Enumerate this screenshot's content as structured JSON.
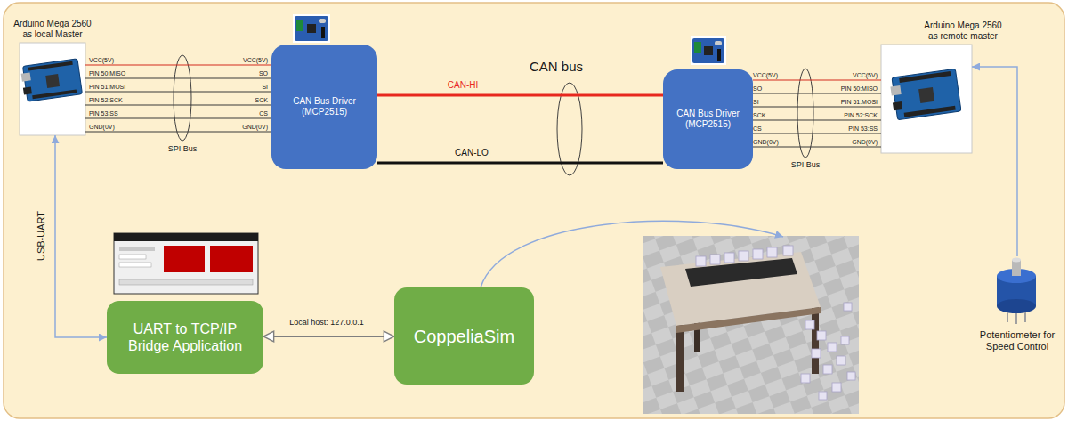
{
  "diagram": {
    "nodes": [
      {
        "text": [
          "Arduino Mega 2560 as local Master"
        ]
      },
      {
        "text": [
          "CAN Bus Driver (MCP2515)"
        ]
      },
      {
        "text": [
          "CAN Bus Driver (MCP2515)"
        ]
      },
      {
        "text": [
          "Arduino Mega 2560 as remote master"
        ]
      },
      {
        "text": [
          "UART to TCP/IP Bridge Application"
        ]
      },
      {
        "text": [
          "CoppeliaSim"
        ]
      },
      {
        "text": [
          "Potentiometer for Speed Control"
        ]
      }
    ],
    "edges": [
      {
        "from": 0,
        "to": 1,
        "arrow": "none"
      },
      {
        "from": 0,
        "to": 1,
        "arrow": "none"
      },
      {
        "from": 0,
        "to": 1,
        "arrow": "none"
      },
      {
        "from": 0,
        "to": 1,
        "arrow": "none"
      },
      {
        "from": 0,
        "to": 1,
        "arrow": "none"
      },
      {
        "from": 0,
        "to": 1,
        "arrow": "none"
      },
      {
        "from": 1,
        "to": 2,
        "label": "CAN-HI",
        "arrow": "none"
      },
      {
        "from": 1,
        "to": 2,
        "label": "CAN-LO",
        "arrow": "none"
      },
      {
        "from": 2,
        "to": 3,
        "arrow": "none"
      },
      {
        "from": 2,
        "to": 3,
        "arrow": "none"
      },
      {
        "from": 2,
        "to": 3,
        "arrow": "none"
      },
      {
        "from": 2,
        "to": 3,
        "arrow": "none"
      },
      {
        "from": 2,
        "to": 3,
        "arrow": "none"
      },
      {
        "from": 2,
        "to": 3,
        "arrow": "none"
      },
      {
        "from": 0,
        "to": 4,
        "label": "USB-UART",
        "arrow": "both"
      },
      {
        "from": 4,
        "to": 5,
        "label": "Local host: 127.0.0.1",
        "arrow": "both"
      },
      {
        "from": 6,
        "to": 3,
        "arrow": "to"
      }
    ],
    "labels": [
      "CAN bus",
      "SPI Bus",
      "SPI Bus",
      "VCC(5V)",
      "PIN 50:MISO",
      "PIN 51:MOSI",
      "PIN 52:SCK",
      "PIN 53:SS",
      "GND(0V)",
      "VCC(5V)",
      "SO",
      "SI",
      "SCK",
      "CS",
      "GND(0V)",
      "VCC(5V)",
      "SO",
      "SI",
      "SCK",
      "CS",
      "GND(0V)",
      "VCC(5V)",
      "PIN 50:MISO",
      "PIN 51:MOSI",
      "PIN 52:SCK",
      "PIN 53:SS",
      "GND(0V)"
    ]
  }
}
